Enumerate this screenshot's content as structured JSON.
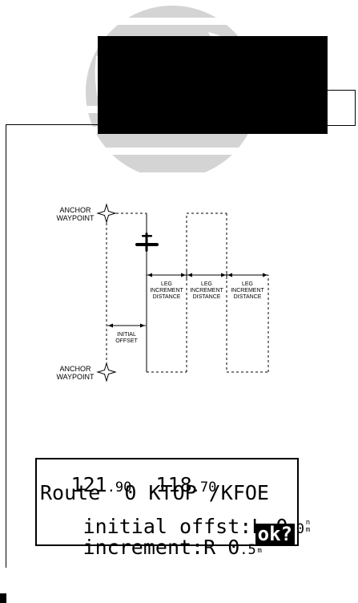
{
  "diagram": {
    "anchor_top_line1": "ANCHOR",
    "anchor_top_line2": "WAYPOINT",
    "anchor_bottom_line1": "ANCHOR",
    "anchor_bottom_line2": "WAYPOINT",
    "leg_label_line1": "LEG",
    "leg_label_line2": "INCREMENT",
    "leg_label_line3": "DISTANCE",
    "initial_line1": "INITIAL",
    "initial_line2": "OFFSET"
  },
  "lcd": {
    "freq1_main": "121",
    "freq1_dec": ".90",
    "freq2_main": "118",
    "freq2_dec": ".70",
    "route_line": "Route  0 KTOP /KFOE",
    "offset_label": " initial offst:L ",
    "offset_value_main": "0",
    "offset_value_dec": ".0",
    "increment_label": " increment:R ",
    "increment_value_main": "0",
    "increment_value_dec": ".5",
    "unit_top": "n",
    "unit_bottom": "m",
    "ok_label": "ok?"
  }
}
